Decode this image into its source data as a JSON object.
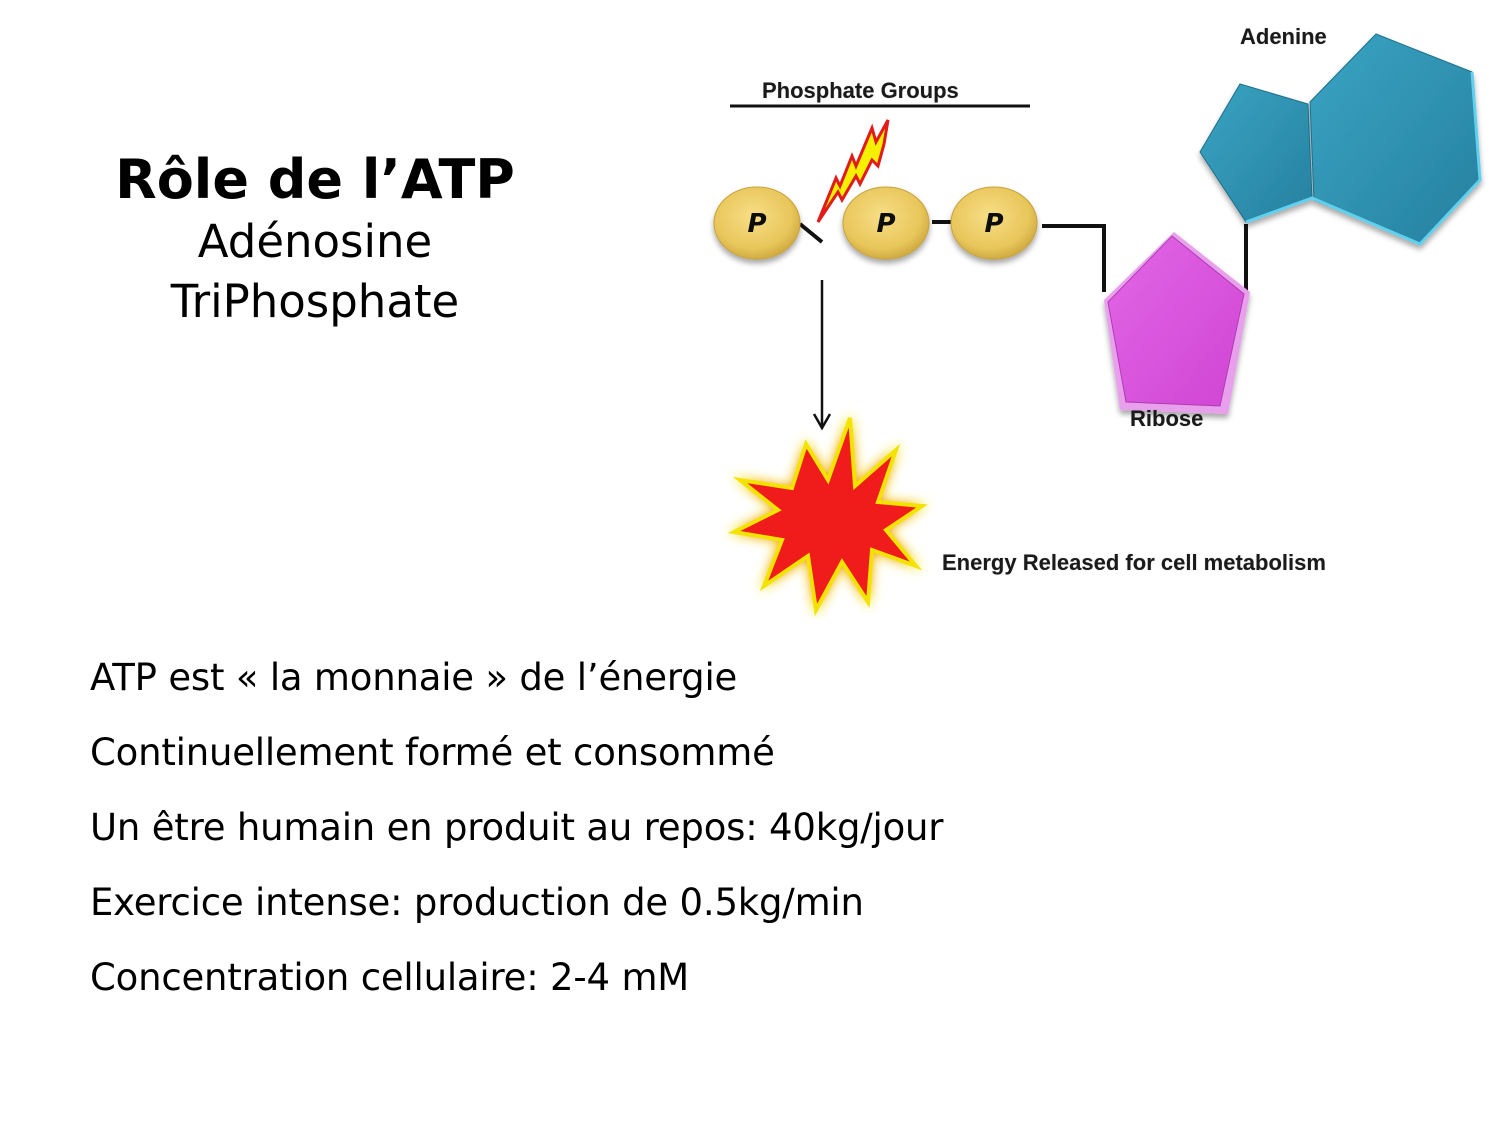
{
  "slide": {
    "title": "Rôle de l’ATP",
    "subtitle_line1": "Adénosine",
    "subtitle_line2": "TriPhosphate"
  },
  "diagram": {
    "labels": {
      "phosphate_groups": "Phosphate Groups",
      "adenine": "Adenine",
      "ribose": "Ribose",
      "energy": "Energy Released for cell metabolism"
    },
    "phosphates": [
      {
        "symbol": "P"
      },
      {
        "symbol": "P"
      },
      {
        "symbol": "P"
      }
    ],
    "icons": {
      "lightning": "lightning-bolt-icon",
      "explosion": "explosion-burst-icon",
      "arrow": "down-arrow-icon"
    },
    "colors": {
      "phosphate": "#e8c65a",
      "adenine": "#2f93b3",
      "ribose": "#dd55e0",
      "burst_fill": "#f01a1a",
      "burst_outline": "#f4e200",
      "lightning": "#f5f000",
      "lightning_outline": "#e21a1a"
    }
  },
  "bullets": [
    "ATP est « la monnaie » de l’énergie",
    "Continuellement formé et consommé",
    "Un être humain en produit au repos: 40kg/jour",
    "Exercice intense: production de 0.5kg/min",
    "Concentration cellulaire: 2-4 mM"
  ]
}
